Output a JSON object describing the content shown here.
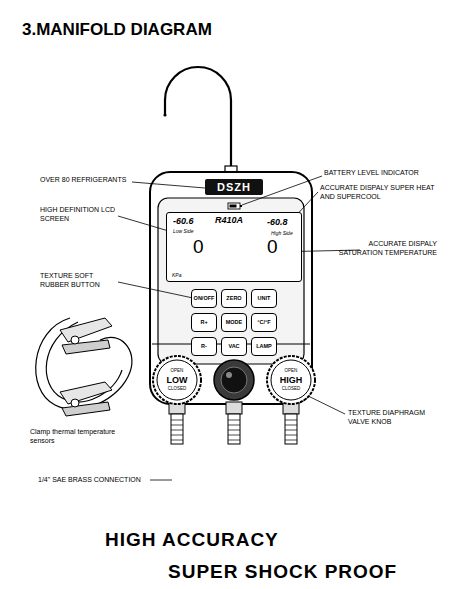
{
  "diagram": {
    "title": "3.MANIFOLD DIAGRAM",
    "nodes": [
      {
        "text": [
          "DSZH"
        ]
      },
      {
        "text": [
          "-60.6",
          "R410A",
          "-60.8",
          "Low Side",
          "High Side",
          "0",
          "0",
          "KPa"
        ]
      },
      {
        "text": [
          "ON/OFF"
        ]
      },
      {
        "text": [
          "ZERO"
        ]
      },
      {
        "text": [
          "UNIT"
        ]
      },
      {
        "text": [
          "R+"
        ]
      },
      {
        "text": [
          "MODE"
        ]
      },
      {
        "text": [
          "°C/°F"
        ]
      },
      {
        "text": [
          "R-"
        ]
      },
      {
        "text": [
          "VAC"
        ]
      },
      {
        "text": [
          "LAMP"
        ]
      },
      {
        "text": [
          "OPEN",
          "LOW",
          "CLOSED"
        ]
      },
      {
        "text": [
          "OPEN",
          "HIGH",
          "CLOSED"
        ]
      }
    ],
    "labels": [
      "OVER 80 REFRIGERANTS",
      "BATTERY LEVEL INDICATOR",
      "ACCURATE DISPALY SUPER HEAT AND SUPERCOOL",
      "HIGH DEFINITION LCD SCREEN",
      "ACCURATE DISPALY SATURATION TEMPERATURE",
      "TEXTURE SOFT RUBBER BUTTON",
      "Clamp thermal temperature sensors",
      "TEXTURE DIAPHRAGM VALVE KNOB",
      "1/4\" SAE BRASS CONNECTION",
      "HIGH ACCURACY",
      "SUPER SHOCK PROOF"
    ]
  }
}
